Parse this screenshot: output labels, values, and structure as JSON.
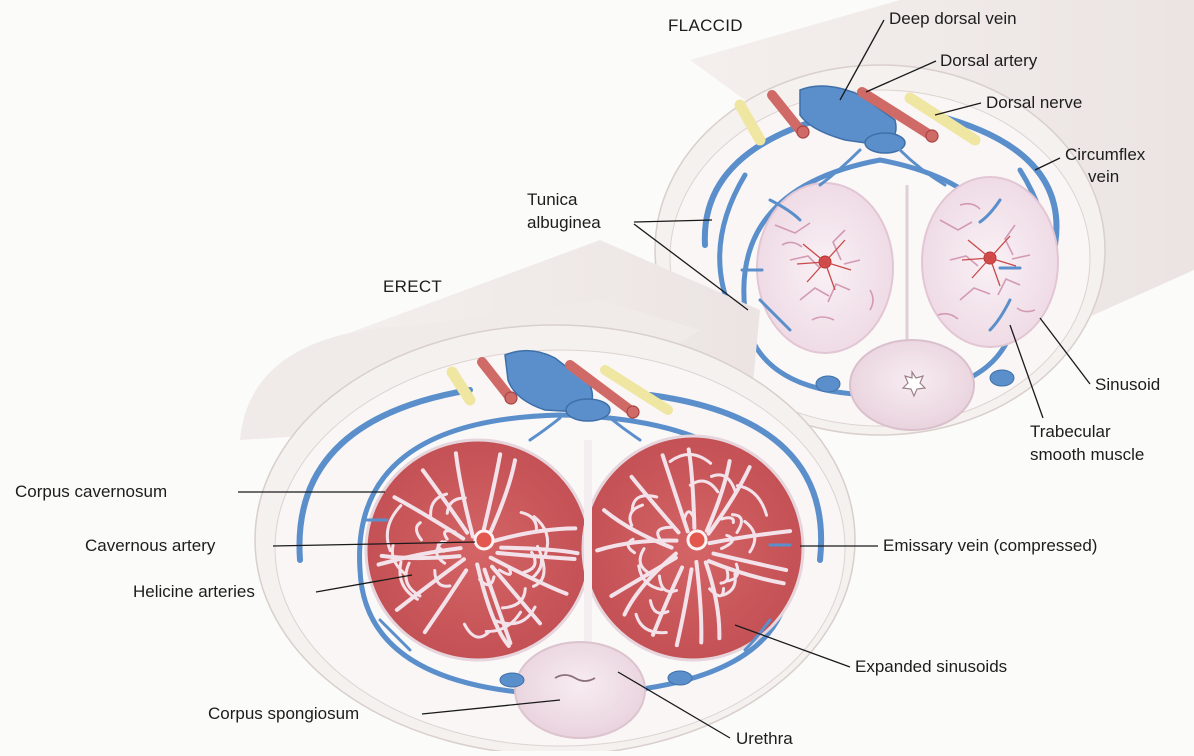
{
  "captions": {
    "flaccid": "FLACCID",
    "erect": "ERECT"
  },
  "labels": {
    "deep_dorsal_vein": "Deep dorsal vein",
    "dorsal_artery": "Dorsal artery",
    "dorsal_nerve": "Dorsal nerve",
    "circumflex_vein_1": "Circumflex",
    "circumflex_vein_2": "vein",
    "tunica_albuginea_1": "Tunica",
    "tunica_albuginea_2": "albuginea",
    "sinusoid": "Sinusoid",
    "trabecular_1": "Trabecular",
    "trabecular_2": "smooth muscle",
    "corpus_cavernosum": "Corpus cavernosum",
    "cavernous_artery": "Cavernous artery",
    "helicine_arteries": "Helicine arteries",
    "emissary_vein": "Emissary vein (compressed)",
    "expanded_sinusoids": "Expanded sinusoids",
    "corpus_spongiosum": "Corpus spongiosum",
    "urethra": "Urethra"
  },
  "colors": {
    "vein": "#5b8fcb",
    "vein_dark": "#3f6fa8",
    "artery": "#cf6a66",
    "nerve": "#efe6a2",
    "sinusoid_flaccid": "#f7eef3",
    "trabecula_flaccid": "#d4a8bf",
    "sinusoid_erect": "#cd5a5c",
    "trabecula_erect": "#f2dde6",
    "skin": "#f1ecea",
    "spongiosum": "#eedce4"
  }
}
